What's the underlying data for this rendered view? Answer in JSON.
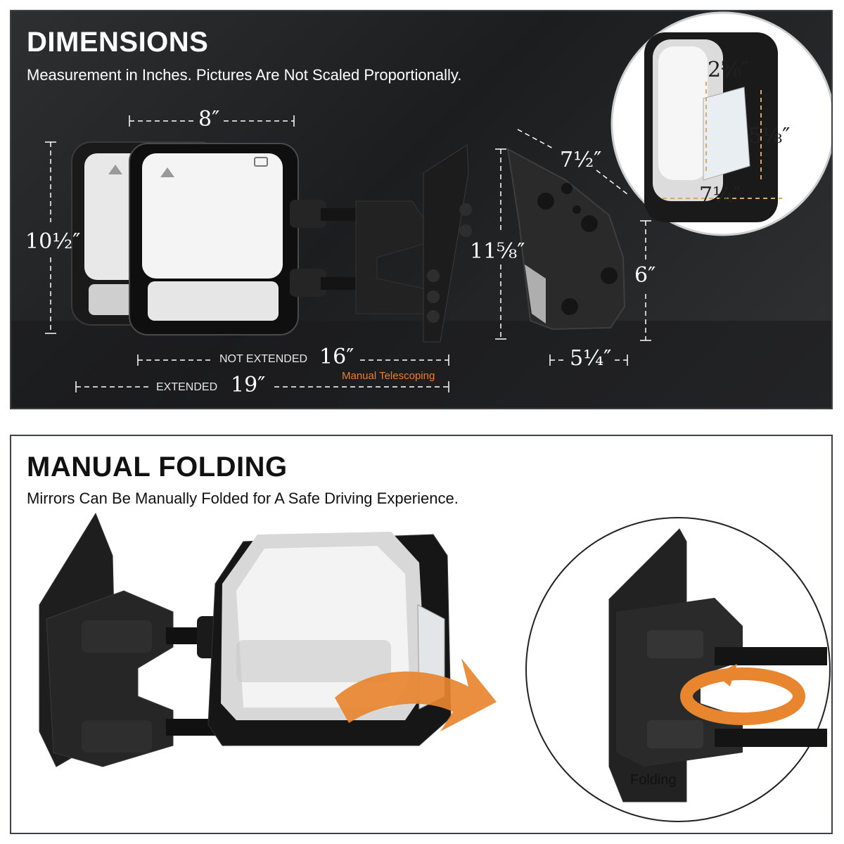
{
  "dimensions": {
    "title": "DIMENSIONS",
    "subtitle": "Measurement in Inches. Pictures Are Not Scaled Proportionally.",
    "labels": {
      "width_top": "8″",
      "height_left": "10½″",
      "not_extended_label": "NOT EXTENDED",
      "not_extended_value": "16″",
      "extended_label": "EXTENDED",
      "extended_value": "19″",
      "telescoping_note": "Manual Telescoping",
      "side_diag": "7½″",
      "side_height": "11⅝″",
      "side_right": "6″",
      "side_bottom": "5¼″",
      "inset_top": "2⅝″",
      "inset_right": "5⅛″",
      "inset_bottom": "7¼″"
    }
  },
  "folding": {
    "title": "MANUAL FOLDING",
    "subtitle": "Mirrors Can Be Manually Folded for A Safe Driving Experience.",
    "caption": "Folding"
  },
  "colors": {
    "accent_orange": "#ec7f2b",
    "panel_dark": "#1c1d1f",
    "panel_border": "#3e4144"
  }
}
